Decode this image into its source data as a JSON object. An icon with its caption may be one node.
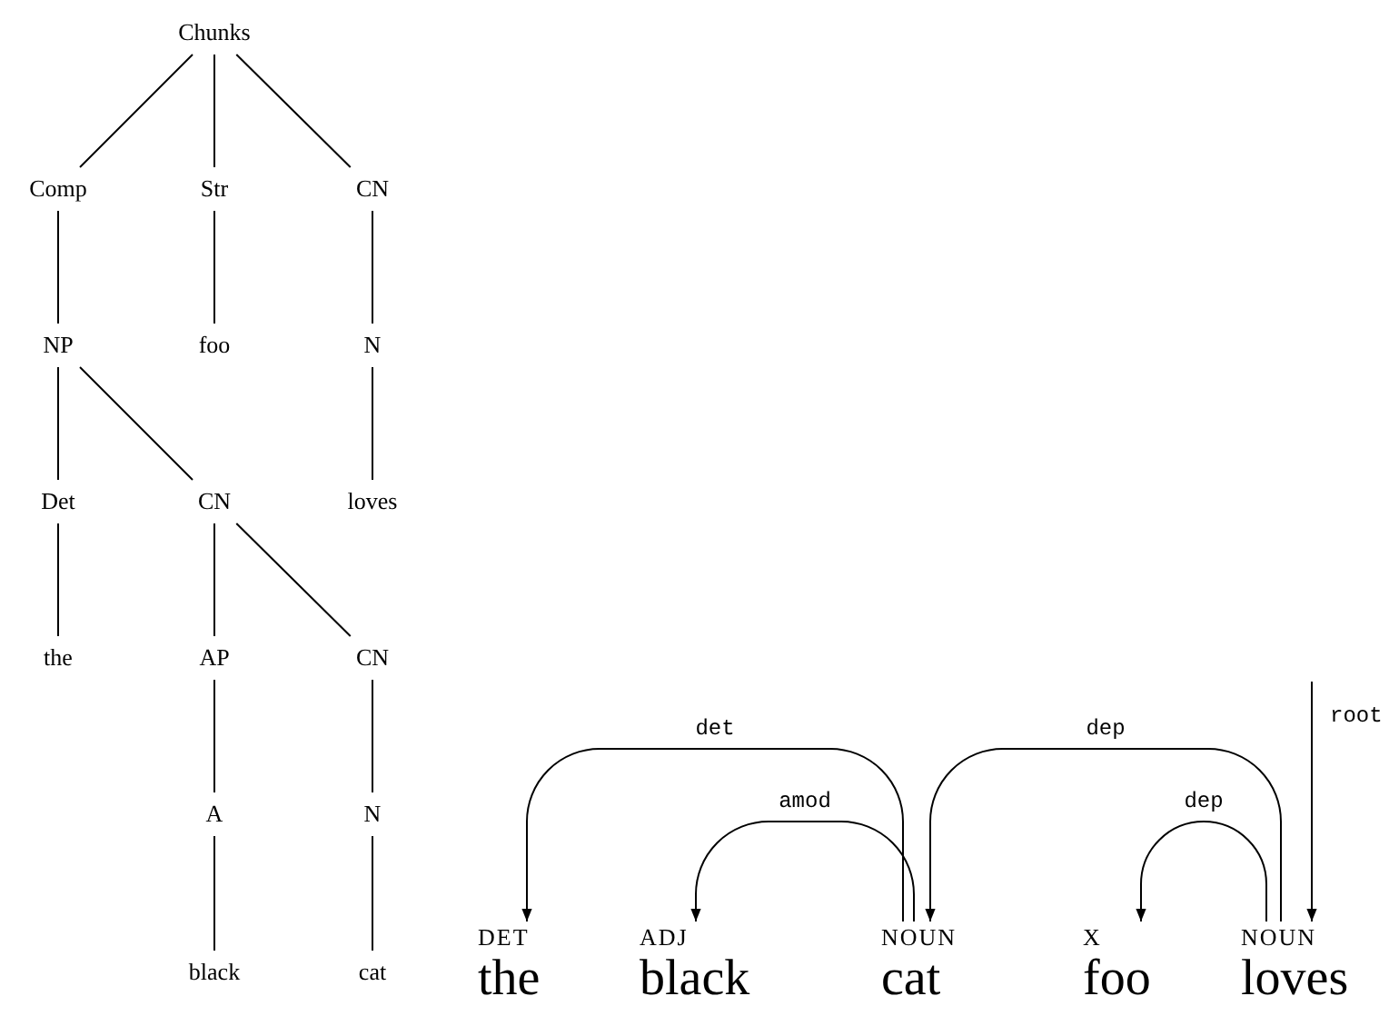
{
  "diagram": {
    "nodes": [
      {
        "text": [
          "Chunks"
        ]
      },
      {
        "text": [
          "Comp"
        ]
      },
      {
        "text": [
          "Str"
        ]
      },
      {
        "text": [
          "CN"
        ]
      },
      {
        "text": [
          "NP"
        ]
      },
      {
        "text": [
          "foo"
        ]
      },
      {
        "text": [
          "N"
        ]
      },
      {
        "text": [
          "Det"
        ]
      },
      {
        "text": [
          "CN"
        ]
      },
      {
        "text": [
          "loves"
        ]
      },
      {
        "text": [
          "the"
        ]
      },
      {
        "text": [
          "AP"
        ]
      },
      {
        "text": [
          "CN"
        ]
      },
      {
        "text": [
          "A"
        ]
      },
      {
        "text": [
          "N"
        ]
      },
      {
        "text": [
          "black"
        ]
      },
      {
        "text": [
          "cat"
        ]
      },
      {
        "text": [
          "DET",
          "the"
        ]
      },
      {
        "text": [
          "ADJ",
          "black"
        ]
      },
      {
        "text": [
          "NOUN",
          "cat"
        ]
      },
      {
        "text": [
          "X",
          "foo"
        ]
      },
      {
        "text": [
          "NOUN",
          "loves"
        ]
      }
    ],
    "edges": [
      {
        "from": 0,
        "to": 1,
        "arrow": "none"
      },
      {
        "from": 0,
        "to": 2,
        "arrow": "none"
      },
      {
        "from": 0,
        "to": 3,
        "arrow": "none"
      },
      {
        "from": 1,
        "to": 4,
        "arrow": "none"
      },
      {
        "from": 2,
        "to": 5,
        "arrow": "none"
      },
      {
        "from": 3,
        "to": 6,
        "arrow": "none"
      },
      {
        "from": 4,
        "to": 7,
        "arrow": "none"
      },
      {
        "from": 4,
        "to": 8,
        "arrow": "none"
      },
      {
        "from": 6,
        "to": 9,
        "arrow": "none"
      },
      {
        "from": 7,
        "to": 10,
        "arrow": "none"
      },
      {
        "from": 8,
        "to": 11,
        "arrow": "none"
      },
      {
        "from": 8,
        "to": 12,
        "arrow": "none"
      },
      {
        "from": 11,
        "to": 13,
        "arrow": "none"
      },
      {
        "from": 12,
        "to": 14,
        "arrow": "none"
      },
      {
        "from": 13,
        "to": 15,
        "arrow": "none"
      },
      {
        "from": 14,
        "to": 16,
        "arrow": "none"
      },
      {
        "from": 19,
        "to": 17,
        "arrow": "to",
        "label": "det"
      },
      {
        "from": 19,
        "to": 18,
        "arrow": "to",
        "label": "amod"
      },
      {
        "from": 21,
        "to": 19,
        "arrow": "to",
        "label": "dep"
      },
      {
        "from": 21,
        "to": 20,
        "arrow": "to",
        "label": "dep"
      },
      {
        "from": null,
        "to": 21,
        "arrow": "to",
        "label": "root"
      }
    ]
  }
}
